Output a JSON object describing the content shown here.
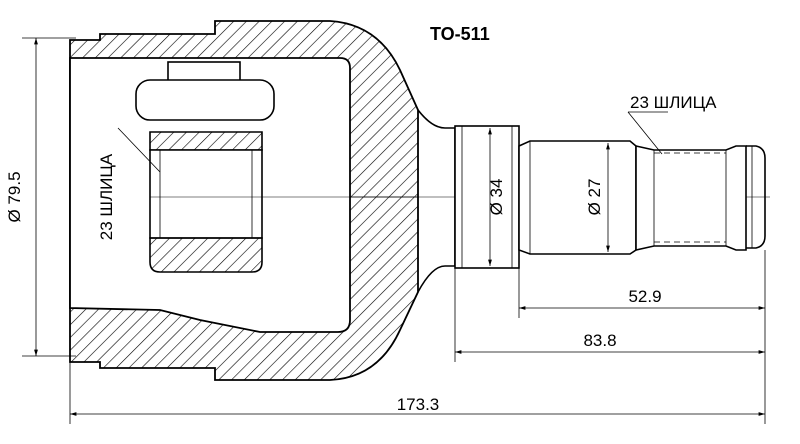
{
  "title": "TO-511",
  "dimensions": {
    "outer_diameter": "Ø 79.5",
    "shaft_diameter_1": "Ø 34",
    "shaft_diameter_2": "Ø 27",
    "length_spline_end": "52.9",
    "length_shaft": "83.8",
    "length_total": "173.3"
  },
  "splines": {
    "inner": "23 ШЛИЦА",
    "outer": "23 ШЛИЦА"
  }
}
